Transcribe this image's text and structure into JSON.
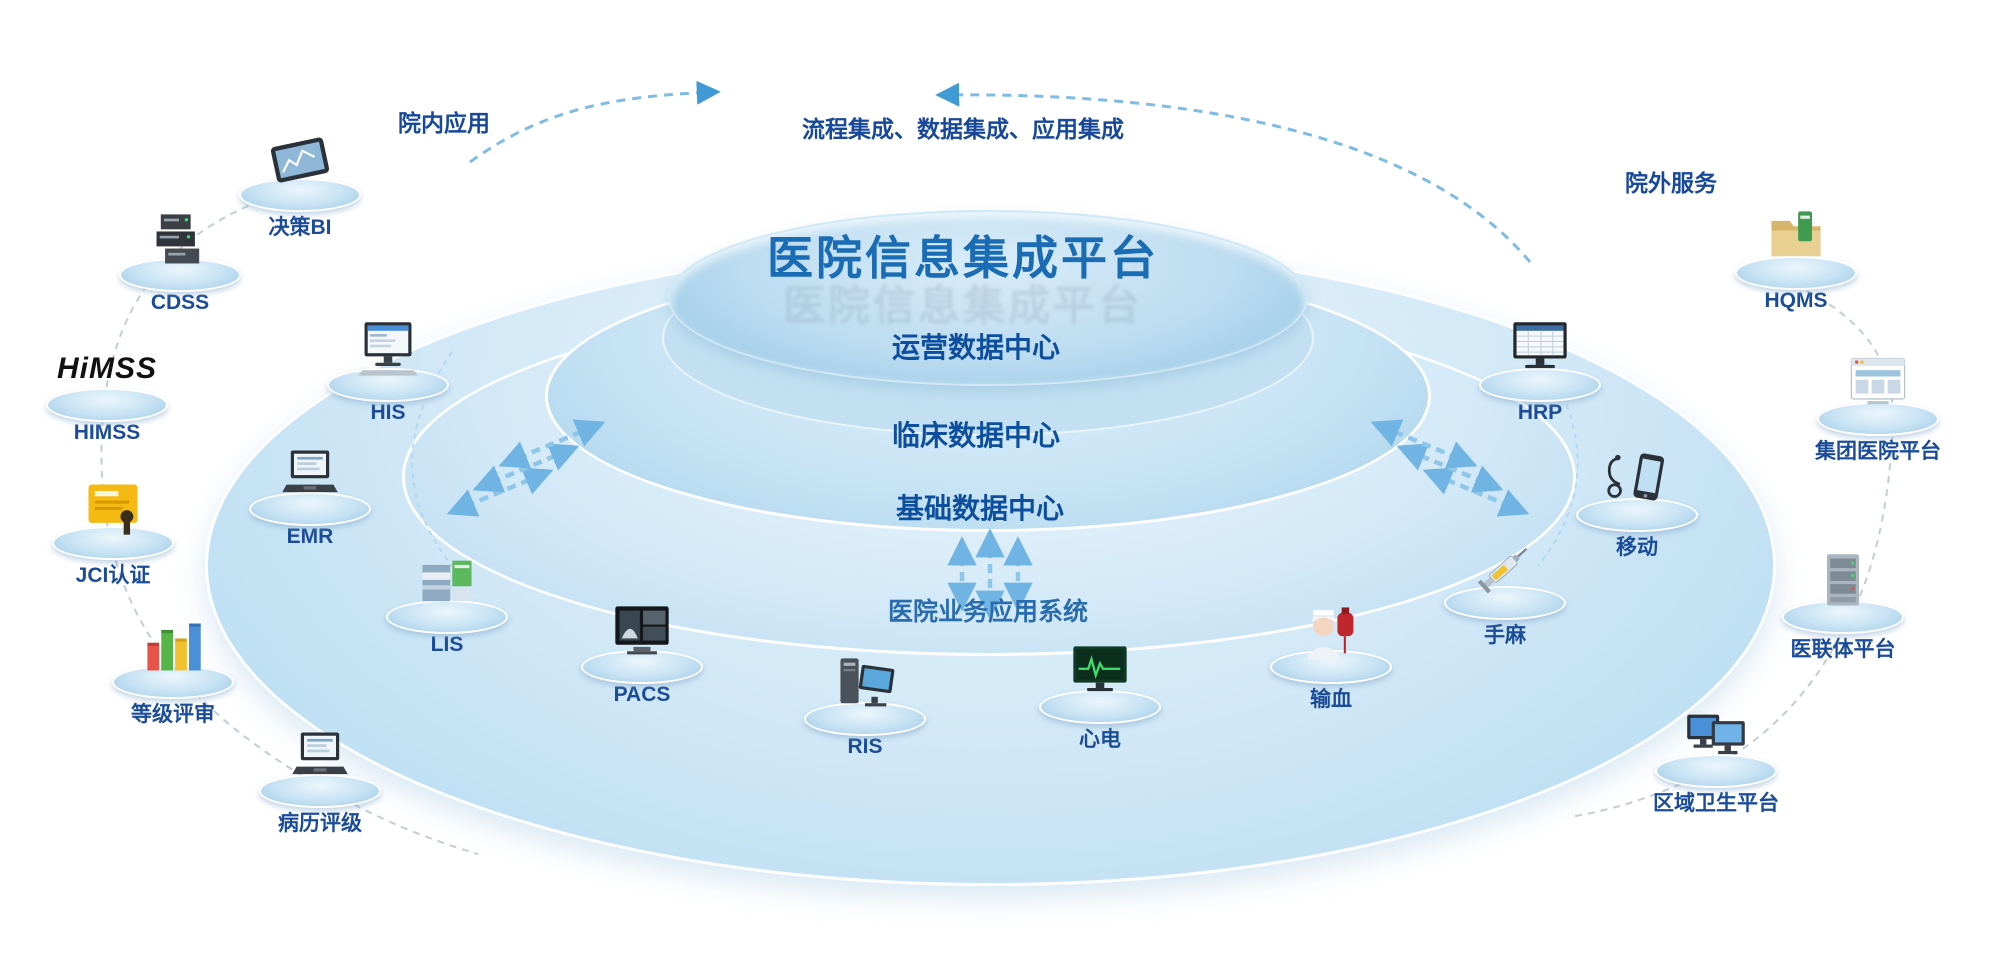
{
  "title": "医院信息集成平台",
  "headers": {
    "inside_apps": "院内应用",
    "integration": "流程集成、数据集成、应用集成",
    "outside_services": "院外服务"
  },
  "tiers": [
    {
      "label": "运营数据中心"
    },
    {
      "label": "临床数据中心"
    },
    {
      "label": "基础数据中心"
    },
    {
      "label": "医院业务应用系统"
    }
  ],
  "nodes": [
    {
      "label": "决策BI",
      "icon": "tablet-icon"
    },
    {
      "label": "CDSS",
      "icon": "server-icon"
    },
    {
      "label": "HIMSS",
      "icon": "himss-logo",
      "logo_text": "HiMSS"
    },
    {
      "label": "JCI认证",
      "icon": "certificate-icon"
    },
    {
      "label": "等级评审",
      "icon": "bar-chart-icon"
    },
    {
      "label": "病历评级",
      "icon": "laptop-icon"
    },
    {
      "label": "HIS",
      "icon": "desktop-monitor-icon"
    },
    {
      "label": "EMR",
      "icon": "laptop-icon"
    },
    {
      "label": "LIS",
      "icon": "storage-boxes-icon"
    },
    {
      "label": "PACS",
      "icon": "xray-monitor-icon"
    },
    {
      "label": "RIS",
      "icon": "workstation-icon"
    },
    {
      "label": "心电",
      "icon": "ecg-monitor-icon"
    },
    {
      "label": "输血",
      "icon": "blood-transfusion-icon"
    },
    {
      "label": "手麻",
      "icon": "syringe-icon"
    },
    {
      "label": "移动",
      "icon": "mobile-stethoscope-icon"
    },
    {
      "label": "HRP",
      "icon": "spreadsheet-monitor-icon"
    },
    {
      "label": "HQMS",
      "icon": "folder-icon"
    },
    {
      "label": "集团医院平台",
      "icon": "webpage-icon"
    },
    {
      "label": "医联体平台",
      "icon": "rack-server-icon"
    },
    {
      "label": "区域卫生平台",
      "icon": "dual-computers-icon"
    }
  ],
  "colors": {
    "title_blue": "#1a6cb5",
    "label_blue": "#1b4c9a",
    "header_blue": "#17489a",
    "tier_label_blue": "#0d4f9e",
    "arrow_blue": "#7fbce4",
    "connector_gray": "#c2cdd6",
    "platform_blue": "#bcdcf0"
  }
}
